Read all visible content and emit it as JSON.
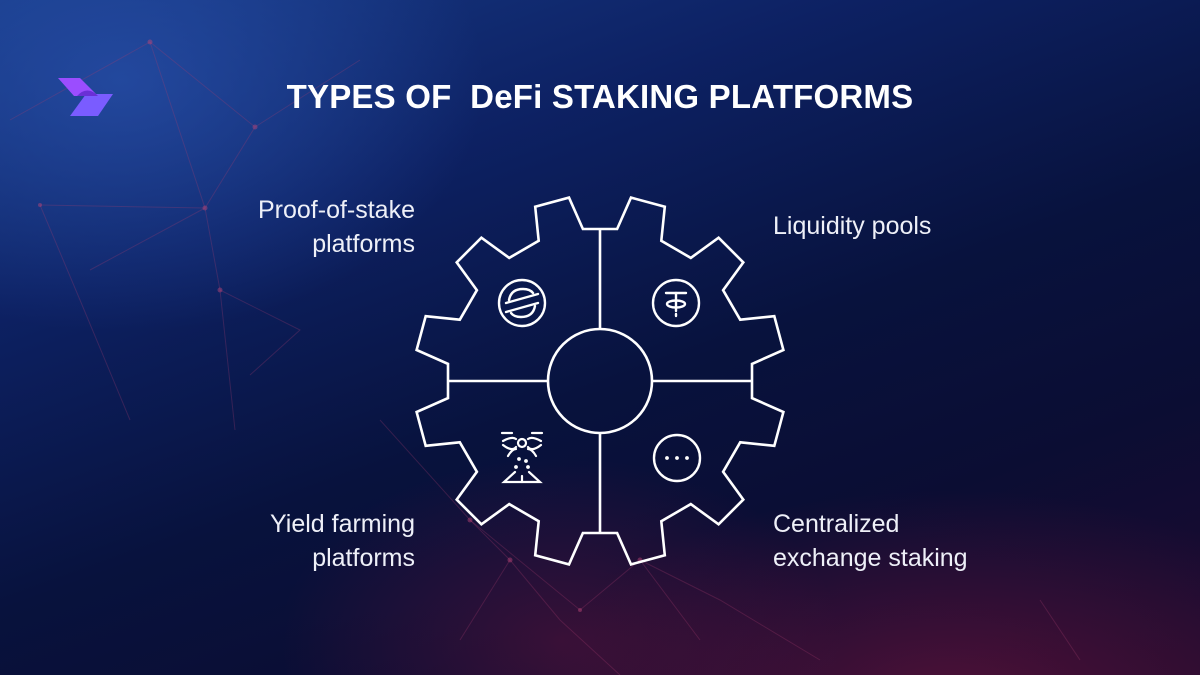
{
  "title": "TYPES OF  DeFi STAKING PLATFORMS",
  "logo": {
    "name": "brand-logo",
    "colors": [
      "#9b4dff",
      "#7a5cff",
      "#6a2fd6"
    ]
  },
  "diagram": {
    "center_label": "",
    "segments": [
      {
        "position": "top-left",
        "icon": "stellar-icon",
        "label_lines": [
          "Proof-of-stake",
          "platforms"
        ]
      },
      {
        "position": "top-right",
        "icon": "tether-icon",
        "label_lines": [
          "Liquidity pools"
        ]
      },
      {
        "position": "bottom-left",
        "icon": "drone-farming-icon",
        "label_lines": [
          "Yield farming",
          "platforms"
        ]
      },
      {
        "position": "bottom-right",
        "icon": "more-dots-icon",
        "label_lines": [
          "Centralized",
          "exchange staking"
        ]
      }
    ]
  },
  "colors": {
    "stroke": "#ffffff",
    "background_top": "#173a86",
    "background_mid": "#08123d",
    "background_bottom_accent": "#7a1440"
  }
}
